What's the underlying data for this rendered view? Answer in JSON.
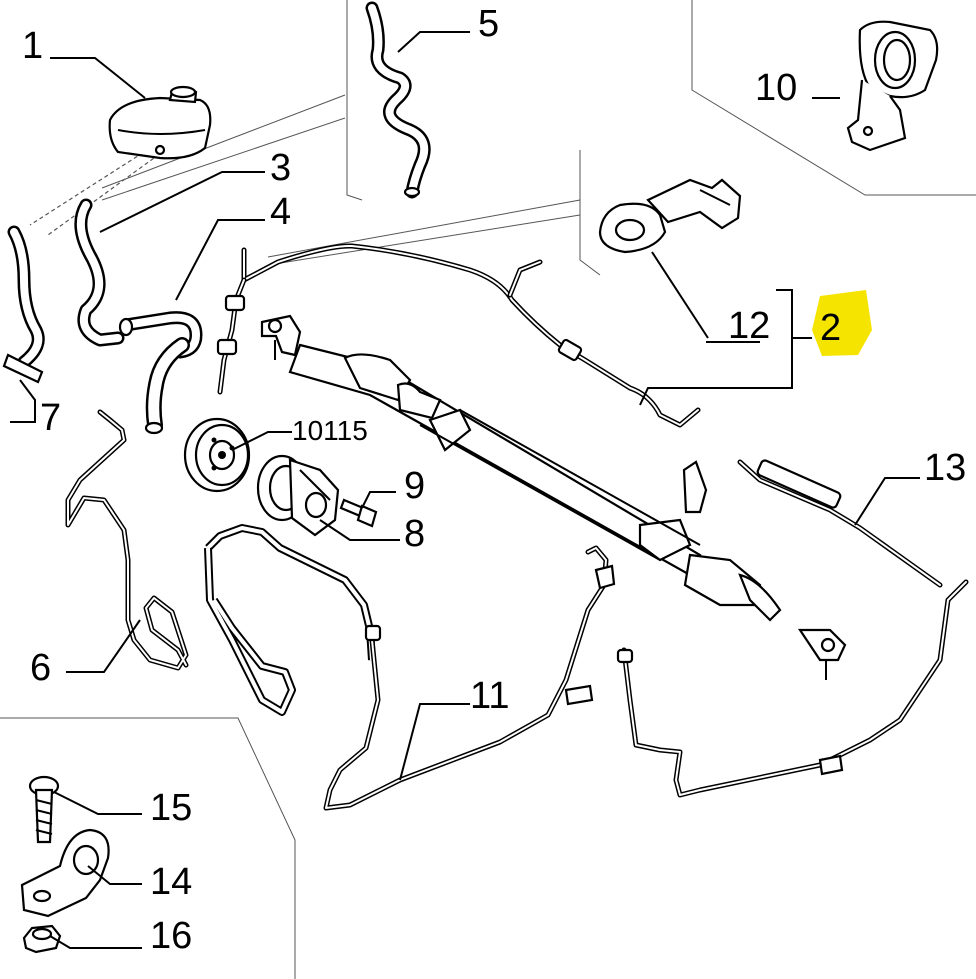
{
  "callouts": [
    {
      "id": "1",
      "text": "1"
    },
    {
      "id": "2",
      "text": "2",
      "highlight": "#f5e400"
    },
    {
      "id": "3",
      "text": "3"
    },
    {
      "id": "4",
      "text": "4"
    },
    {
      "id": "5",
      "text": "5"
    },
    {
      "id": "6",
      "text": "6"
    },
    {
      "id": "7",
      "text": "7"
    },
    {
      "id": "8",
      "text": "8"
    },
    {
      "id": "9",
      "text": "9"
    },
    {
      "id": "10",
      "text": "10"
    },
    {
      "id": "10115",
      "text": "10115"
    },
    {
      "id": "11",
      "text": "11"
    },
    {
      "id": "12",
      "text": "12"
    },
    {
      "id": "13",
      "text": "13"
    },
    {
      "id": "14",
      "text": "14"
    },
    {
      "id": "15",
      "text": "15"
    },
    {
      "id": "16",
      "text": "16"
    }
  ],
  "colors": {
    "highlight": "#f5e400",
    "ink": "#000000"
  }
}
